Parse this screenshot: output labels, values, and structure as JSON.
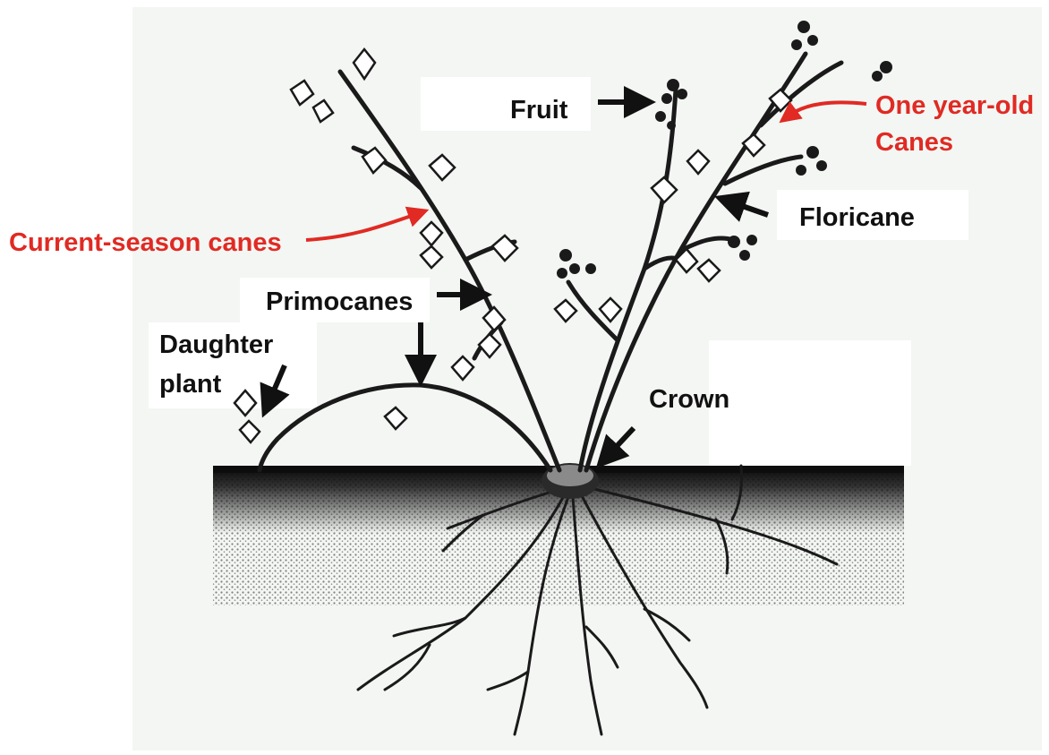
{
  "colors": {
    "label_black": "#111111",
    "label_red": "#e02a23",
    "ink": "#1a1a1a",
    "background": "#f3f6f3"
  },
  "labels": {
    "fruit": "Fruit",
    "one_year_old_line1": "One year-old",
    "one_year_old_line2": "Canes",
    "floricane": "Floricane",
    "current_season": "Current-season canes",
    "primocanes": "Primocanes",
    "daughter_line1": "Daughter",
    "daughter_line2": "plant",
    "crown": "Crown"
  }
}
